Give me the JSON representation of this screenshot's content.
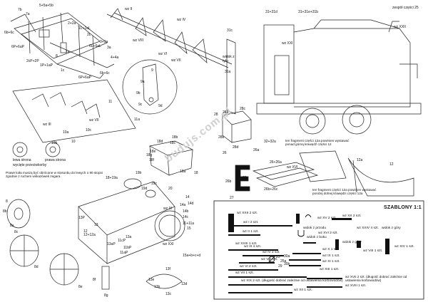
{
  "watermark": "budujs.com.pl",
  "top_left": {
    "labels": [
      "5+5a+5b",
      "7b",
      "7a",
      "6b+6c",
      "6P+6aP",
      "2cP+2P",
      "1P+1aP",
      "1c",
      "8",
      "2+2a",
      "1L+1aL",
      "2L",
      "3+3a",
      "4+4a",
      "6L+6aL",
      "6b+6c",
      "6P+6aP",
      "1a",
      "3a"
    ],
    "parts": [
      "wz II",
      "wz VIII",
      "wz VI",
      "wz VII",
      "wz IV"
    ]
  },
  "top_center": {
    "labels": [
      "9",
      "9a",
      "9b",
      "9c",
      "9d"
    ]
  },
  "mid_left": {
    "labels": [
      "11",
      "11a",
      "10",
      "10a",
      "10b",
      "10c"
    ],
    "parts": [
      "wz III",
      "wz VII"
    ],
    "left_caption": "lewa strona",
    "right_caption": "prawa strona",
    "cutouts_note": "wycięte przeciwkorby",
    "wheels_note": "Prawe koła muszą być obrócone w stosunku do lewych o 90 stopni zgodnie z ruchem wskazówek zegara."
  },
  "center": {
    "labels": [
      "18",
      "18a",
      "18b",
      "18c",
      "18d",
      "18e",
      "18f",
      "18g"
    ]
  },
  "bottom_left": {
    "labels": [
      "18+19a",
      "19b",
      "19c",
      "19d",
      "20",
      "13a",
      "14",
      "14a",
      "14b",
      "14c",
      "14d",
      "15",
      "11+11a",
      "13P",
      "13",
      "12",
      "12+12a",
      "15a+b+c+d",
      "11cP",
      "11bP",
      "11aP",
      "13aP",
      "8",
      "8a",
      "8b",
      "8c",
      "8d",
      "8e",
      "8f",
      "8g",
      "13f",
      "13e",
      "13c",
      "13d",
      "13b"
    ],
    "parts": [
      "wz IX",
      "wz XXI"
    ]
  },
  "top_right": {
    "labels": [
      "31+31d",
      "31+31e+31b",
      "31c",
      "31a",
      "zespół części 25"
    ],
    "parts": [
      "wz XXII",
      "wz XXI"
    ],
    "side_view": "widok z tyłu"
  },
  "mid_right": {
    "labels": [
      "28",
      "28a",
      "28b",
      "28c",
      "28d",
      "26",
      "26a",
      "26b",
      "26+26a",
      "26b+26c",
      "27",
      "32+32a",
      "33",
      "12a",
      "12"
    ],
    "part": "wz XVI",
    "note_1": "ten fragment części 12a powinien wystawać ponad górną krawędź części 12",
    "note_2": "ten fragment części 12a powinien wystawać poniżej dolnej krawędzi części 12a"
  },
  "templates": {
    "title": "SZABLONY 1:1",
    "items": [
      {
        "name": "wz XXII 2 szt."
      },
      {
        "name": "wz XV 2 szt."
      },
      {
        "name": "wz XX 2 szt."
      },
      {
        "name": "wz I 2 szt."
      },
      {
        "name": "wz II 1 szt."
      },
      {
        "name": "widok z przodu"
      },
      {
        "name": "wz XVI 2 szt."
      },
      {
        "name": "wz XXIV 4 szt."
      },
      {
        "name": "widok z góry"
      },
      {
        "name": "widok z boku"
      },
      {
        "name": "wz XXIII 1 szt."
      },
      {
        "name": "wz III 4 szt."
      },
      {
        "name": "widok z góry"
      },
      {
        "name": "wz XIV 1 szt."
      },
      {
        "name": "wz IV 2 szt."
      },
      {
        "name": "wz VIII 1 szt."
      },
      {
        "name": "wz X 1 szt."
      },
      {
        "name": "wz V 2 szt."
      },
      {
        "name": "wz IX 1 szt."
      },
      {
        "name": "wz VI 2 szt."
      },
      {
        "name": "wz XI 1 szt."
      },
      {
        "name": "wz VII 1 szt."
      },
      {
        "name": "wz XIII 1 szt."
      },
      {
        "name": "wz XVII 2 szt. (długość dobrać zależnie od ustawienia korbowodów)"
      },
      {
        "name": "wz XIX 2 szt. (długość dobrać zależnie od ustawienia korbowodów)"
      },
      {
        "name": "wz XVIII 1 szt."
      },
      {
        "name": "wz XII 1 szt."
      }
    ],
    "extra_labels": [
      "25",
      "25a",
      "29",
      "30a",
      "30b"
    ]
  }
}
